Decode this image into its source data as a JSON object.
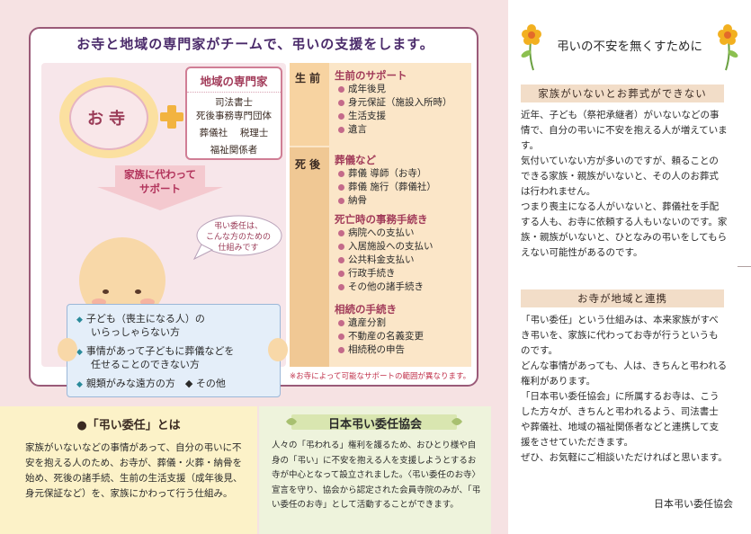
{
  "main": {
    "title": "お寺と地域の専門家がチームで、弔いの支援をします。",
    "otera": "お寺",
    "experts": {
      "title": "地域の専門家",
      "lines": [
        "司法書士",
        "死後事務専門団体",
        "葬儀社　 税理士",
        "福祉関係者"
      ]
    },
    "arrow_text": [
      "家族に代わって",
      "サポート"
    ],
    "bubble": [
      "弔い委任は、",
      "こんな方のための",
      "仕組みです"
    ],
    "scroll_items": [
      "子ども（喪主になる人）の",
      "いらっしゃらない方",
      "事情があって子どもに葬儀などを",
      "任せることのできない方",
      "親類がみな遠方の方　◆ その他"
    ],
    "sections": {
      "before_label": "生前",
      "after_label": "死後",
      "before": {
        "title": "生前のサポート",
        "items": [
          "成年後見",
          "身元保証（施設入所時）",
          "生活支援",
          "遺言"
        ]
      },
      "funeral": {
        "title": "葬儀など",
        "items": [
          "葬儀 導師（お寺）",
          "葬儀 施行（葬儀社）",
          "納骨"
        ]
      },
      "admin": {
        "title": "死亡時の事務手続き",
        "items": [
          "病院への支払い",
          "入居施設への支払い",
          "公共料金支払い",
          "行政手続き",
          "その他の諸手続き"
        ]
      },
      "inherit": {
        "title": "相続の手続き",
        "items": [
          "遺産分割",
          "不動産の名義変更",
          "相続税の申告"
        ]
      }
    },
    "footnote": "※お寺によって可能なサポートの範囲が異なります。"
  },
  "yellow": {
    "title": "●「弔い委任」とは",
    "body": "家族がいないなどの事情があって、自分の弔いに不安を抱える人のため、お寺が、葬儀・火葬・納骨を始め、死後の諸手続、生前の生活支援（成年後見、身元保証など）を、家族にかわって行う仕組み。"
  },
  "association": {
    "title": "日本弔い委任協会",
    "body": "人々の「弔われる」権利を護るため、おひとり様や自身の「弔い」に不安を抱える人を支援しようとするお寺が中心となって設立されました。〈弔い委任のお寺〉宣言を守り、協会から認定された会員寺院のみが、「弔い委任のお寺」として活動することができます。"
  },
  "right": {
    "heading": "弔いの不安を無くすために",
    "bar1": "家族がいないとお葬式ができない",
    "body1": "近年、子ども（祭祀承継者）がいないなどの事情で、自分の弔いに不安を抱える人が増えています。\n気付いていない方が多いのですが、頼ることのできる家族・親族がいないと、その人のお葬式は行われません。\nつまり喪主になる人がいないと、葬儀社を手配する人も、お寺に依頼する人もいないのです。家族・親族がいないと、ひとなみの弔いをしてもらえない可能性があるのです。",
    "bar2": "お寺が地域と連携",
    "body2": "「弔い委任」という仕組みは、本来家族がすべき弔いを、家族に代わってお寺が行うというものです。\nどんな事情があっても、人は、きちんと弔われる権利があります。\n「日本弔い委任協会」に所属するお寺は、こうした方々が、きちんと弔われるよう、司法書士や葬儀社、地域の福祉関係者などと連携して支援をさせていただきます。\nぜひ、お気軽にご相談いただければと思います。",
    "sign": "日本弔い委任協会"
  },
  "colors": {
    "accent": "#a23c5a",
    "frame": "#9a5a78",
    "title": "#4a2a6a"
  }
}
